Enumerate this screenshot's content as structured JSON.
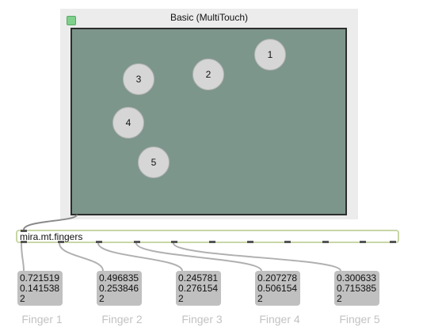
{
  "panel": {
    "title": "Basic (MultiTouch)"
  },
  "touch_points": [
    {
      "label": "1"
    },
    {
      "label": "2"
    },
    {
      "label": "3"
    },
    {
      "label": "4"
    },
    {
      "label": "5"
    }
  ],
  "object": {
    "name": "mira.mt.fingers"
  },
  "outputs": [
    {
      "x": "0.721519",
      "y": "0.141538",
      "state": "2",
      "label": "Finger 1"
    },
    {
      "x": "0.496835",
      "y": "0.253846",
      "state": "2",
      "label": "Finger 2"
    },
    {
      "x": "0.245781",
      "y": "0.276154",
      "state": "2",
      "label": "Finger 3"
    },
    {
      "x": "0.207278",
      "y": "0.506154",
      "state": "2",
      "label": "Finger 4"
    },
    {
      "x": "0.300633",
      "y": "0.715385",
      "state": "2",
      "label": "Finger 5"
    }
  ],
  "colors": {
    "touch_area": "#7d968c",
    "led": "#7ed08b",
    "numbox": "#c0c0c0"
  }
}
